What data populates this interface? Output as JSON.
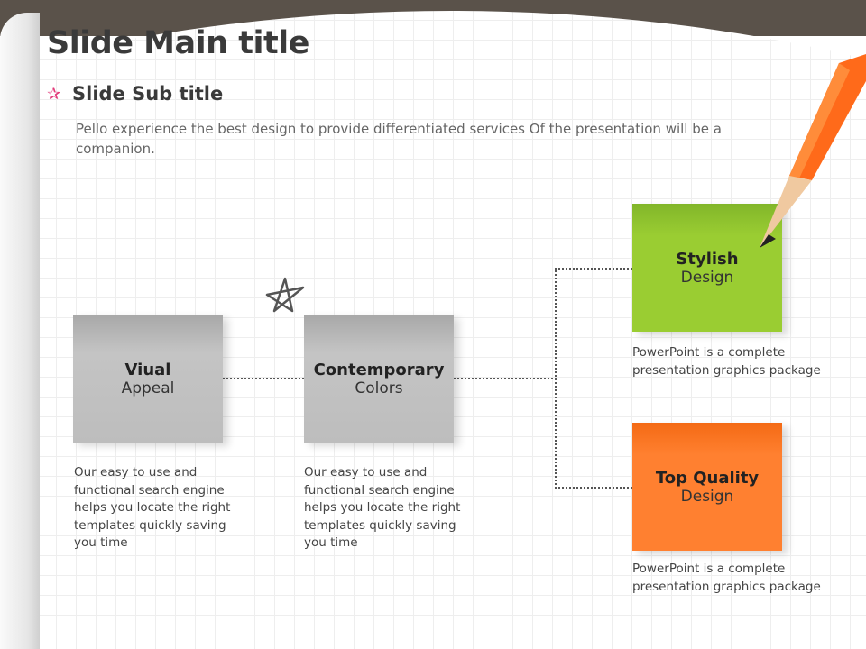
{
  "title": "Slide Main title",
  "subtitle": "Slide Sub title",
  "description": "Pello experience the best design to provide differentiated services Of the presentation will be a companion.",
  "boxes": [
    {
      "bold": "Viual",
      "light": "Appeal",
      "text": "Our easy to use and functional search engine helps you locate the right templates quickly saving you time"
    },
    {
      "bold": "Contemporary",
      "light": "Colors",
      "text": "Our easy to use and functional search engine helps you locate the right templates quickly saving you time"
    },
    {
      "bold": "Stylish",
      "light": "Design",
      "text": "PowerPoint is a complete presentation graphics package"
    },
    {
      "bold": "Top Quality",
      "light": "Design",
      "text": "PowerPoint is a complete presentation graphics package"
    }
  ],
  "colors": {
    "green": "#9acd32",
    "orange": "#ff8030",
    "gray": "#bdbdbd",
    "accent": "#e23b7a"
  }
}
